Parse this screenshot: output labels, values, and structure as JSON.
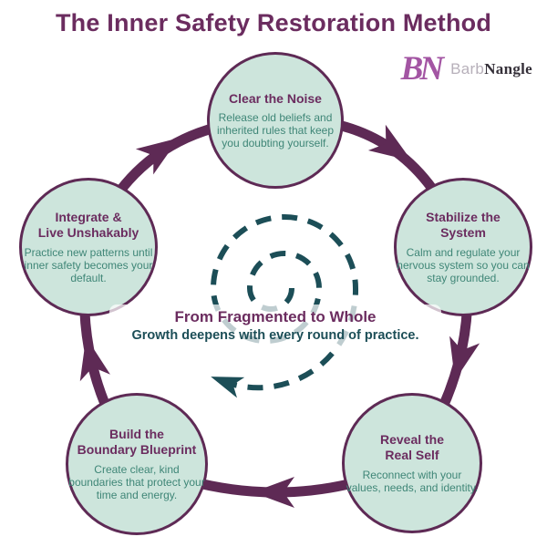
{
  "title": "The Inner Safety Restoration Method",
  "logo": {
    "monogram": "BN",
    "name_first": "Barb",
    "name_last": "Nangle"
  },
  "center": {
    "line1": "From Fragmented to Whole",
    "line2": "Growth deepens with every round of practice."
  },
  "steps": [
    {
      "position": "top",
      "title": "Clear the Noise",
      "body": "Release old beliefs and inherited rules that keep you doubting yourself."
    },
    {
      "position": "right",
      "title": "Stabilize the\nSystem",
      "body": "Calm and regulate your nervous system so you can stay grounded."
    },
    {
      "position": "bottom-right",
      "title": "Reveal the\nReal Self",
      "body": "Reconnect with your values, needs, and identity."
    },
    {
      "position": "bottom-left",
      "title": "Build the\nBoundary Blueprint",
      "body": "Create clear, kind boundaries that protect your time and energy."
    },
    {
      "position": "left",
      "title": "Integrate &\nLive Unshakably",
      "body": "Practice new patterns until inner safety becomes your default."
    }
  ],
  "colors": {
    "plum_title": "#6b2c5f",
    "plum_ring": "#5e2a55",
    "node_fill": "#cde5dc",
    "body_teal": "#3f8677",
    "dark_teal": "#1c4e57",
    "logo_purple": "#a355a3",
    "logo_gray": "#b7b0ba",
    "logo_dark": "#353039"
  }
}
